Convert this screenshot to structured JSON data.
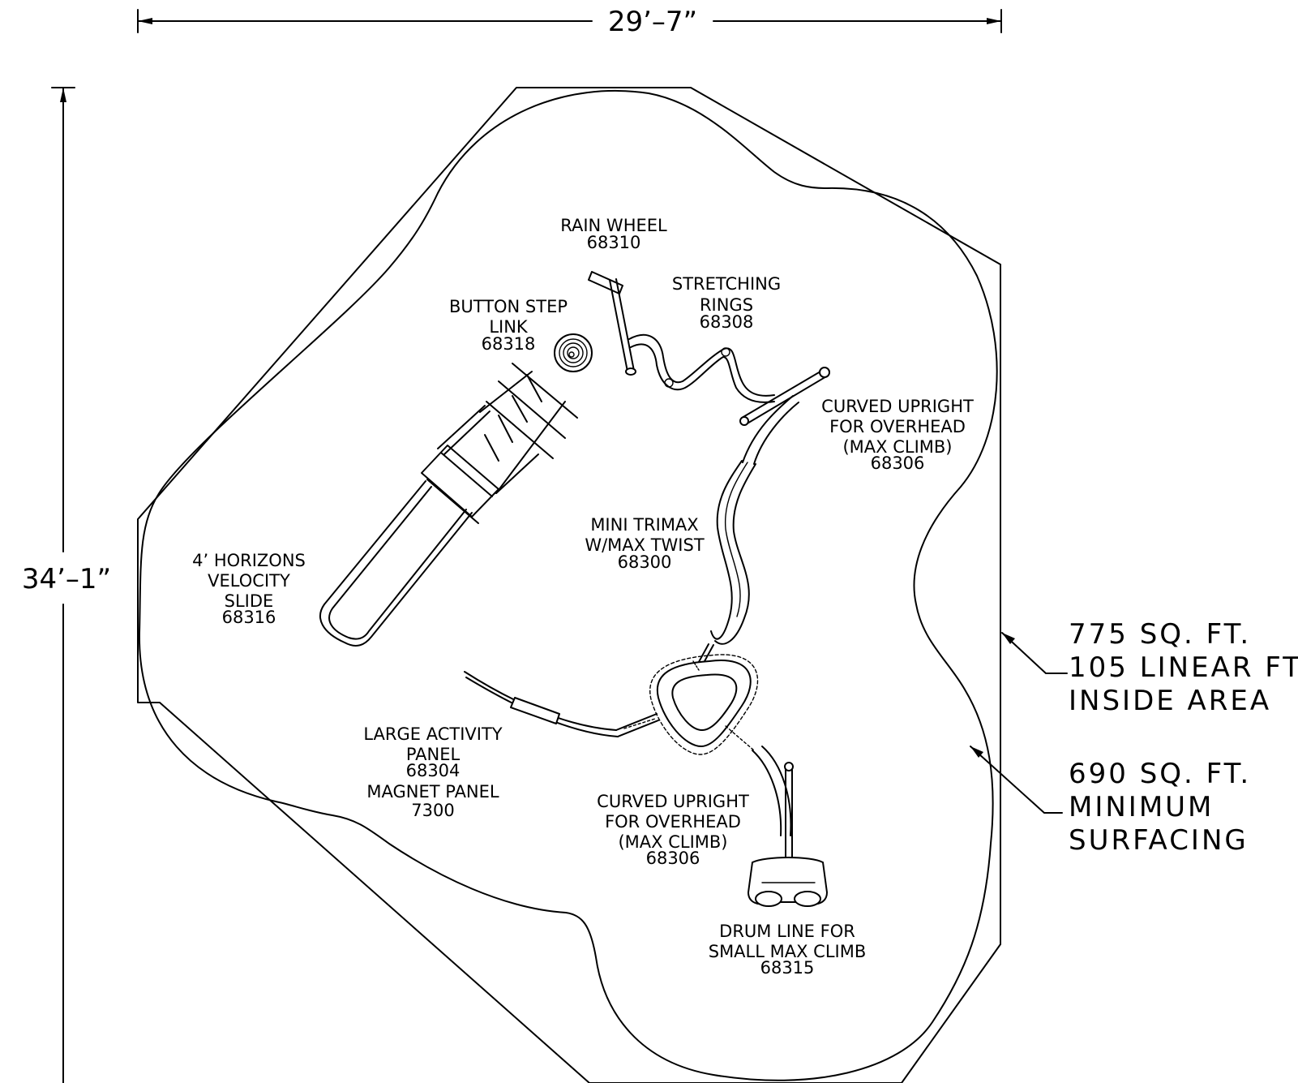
{
  "dimensions": {
    "width": "29’–7”",
    "height": "34’–1”"
  },
  "areas": {
    "inside": [
      "775 SQ. FT.",
      "105 LINEAR FT.",
      "INSIDE AREA"
    ],
    "surfacing": [
      "690 SQ. FT.",
      "MINIMUM",
      "SURFACING"
    ]
  },
  "components": {
    "rain_wheel": [
      "RAIN WHEEL",
      "68310"
    ],
    "stretching_rings": [
      "STRETCHING",
      "RINGS",
      "68308"
    ],
    "button_step": [
      "BUTTON STEP",
      "LINK",
      "68318"
    ],
    "curved_upright_1": [
      "CURVED UPRIGHT",
      "FOR OVERHEAD",
      "(MAX CLIMB)",
      "68306"
    ],
    "mini_trimax": [
      "MINI TRIMAX",
      "W/MAX TWIST",
      "68300"
    ],
    "slide": [
      "4’ HORIZONS",
      "VELOCITY",
      "SLIDE",
      "68316"
    ],
    "activity_panel": [
      "LARGE ACTIVITY",
      "PANEL",
      "68304",
      "MAGNET PANEL",
      "7300"
    ],
    "curved_upright_2": [
      "CURVED UPRIGHT",
      "FOR OVERHEAD",
      "(MAX CLIMB)",
      "68306"
    ],
    "drum_line": [
      "DRUM LINE FOR",
      "SMALL MAX CLIMB",
      "68315"
    ]
  }
}
